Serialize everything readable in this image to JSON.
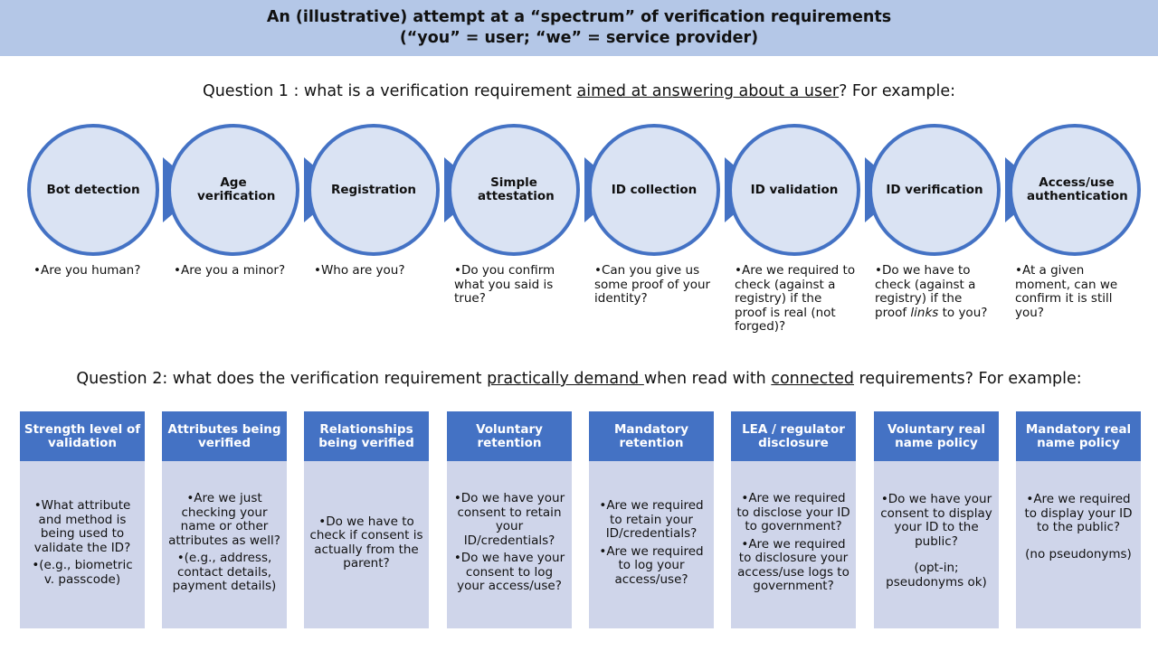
{
  "banner": {
    "line1": "An (illustrative) attempt at a “spectrum”  of verification requirements",
    "line2": "(“you” = user; “we” = service provider)"
  },
  "question1": {
    "pre": "Question 1 : what is a verification requirement ",
    "underlined": "aimed at answering about a user",
    "post": "? For example:"
  },
  "steps": [
    {
      "label": "Bot detection",
      "question": "•Are you human?"
    },
    {
      "label": "Age verification",
      "question": "•Are you a minor?"
    },
    {
      "label": "Registration",
      "question": "•Who are you?"
    },
    {
      "label": "Simple attestation",
      "question": "•Do you confirm what you said is true?"
    },
    {
      "label": "ID collection",
      "question": "•Can you give us some proof of your identity?"
    },
    {
      "label": "ID validation",
      "question": "•Are we required to check (against a registry) if the proof is real (not forged)?"
    },
    {
      "label": "ID verification",
      "question_pre": "•Do we have to check (against a registry) if the proof ",
      "question_em": "links",
      "question_post": " to you?"
    },
    {
      "label": "Access/use authentication",
      "question": "•At a given moment, can we confirm it is still you?"
    }
  ],
  "question2": {
    "pre": "Question 2: what does the verification requirement ",
    "u1": "practically demand ",
    "mid": "when read with ",
    "u2": "connected",
    "post": " requirements? For example:"
  },
  "columns": [
    {
      "header": "Strength level of validation",
      "items": [
        "•What attribute and method is being used to validate the ID?",
        "•(e.g., biometric v. passcode)"
      ]
    },
    {
      "header": "Attributes being verified",
      "items": [
        "•Are we just checking your name or other attributes as well?",
        "•(e.g., address, contact details, payment details)"
      ]
    },
    {
      "header": "Relationships being verified",
      "items": [
        "•Do we have to check if consent is actually from the parent?"
      ]
    },
    {
      "header": "Voluntary retention",
      "items": [
        "•Do we have your consent to retain your ID/credentials?",
        "•Do we have your consent to log your access/use?"
      ]
    },
    {
      "header": "Mandatory retention",
      "items": [
        "•Are we required to retain your ID/credentials?",
        "•Are we required to log your access/use?"
      ]
    },
    {
      "header": "LEA / regulator disclosure",
      "items": [
        "•Are we required to disclose your ID to government?",
        "•Are we required to disclosure your access/use logs to government?"
      ]
    },
    {
      "header": "Voluntary real name policy",
      "items": [
        "•Do we have your consent to display your ID to the public?",
        "(opt-in; pseudonyms ok)"
      ]
    },
    {
      "header": "Mandatory real name policy",
      "items": [
        "•Are we required to display your ID to the public?",
        "(no pseudonyms)"
      ]
    }
  ],
  "colors": {
    "banner": "#b4c7e7",
    "circle_fill": "#dae3f3",
    "accent": "#4472c4",
    "body_fill": "#cfd5ea"
  }
}
